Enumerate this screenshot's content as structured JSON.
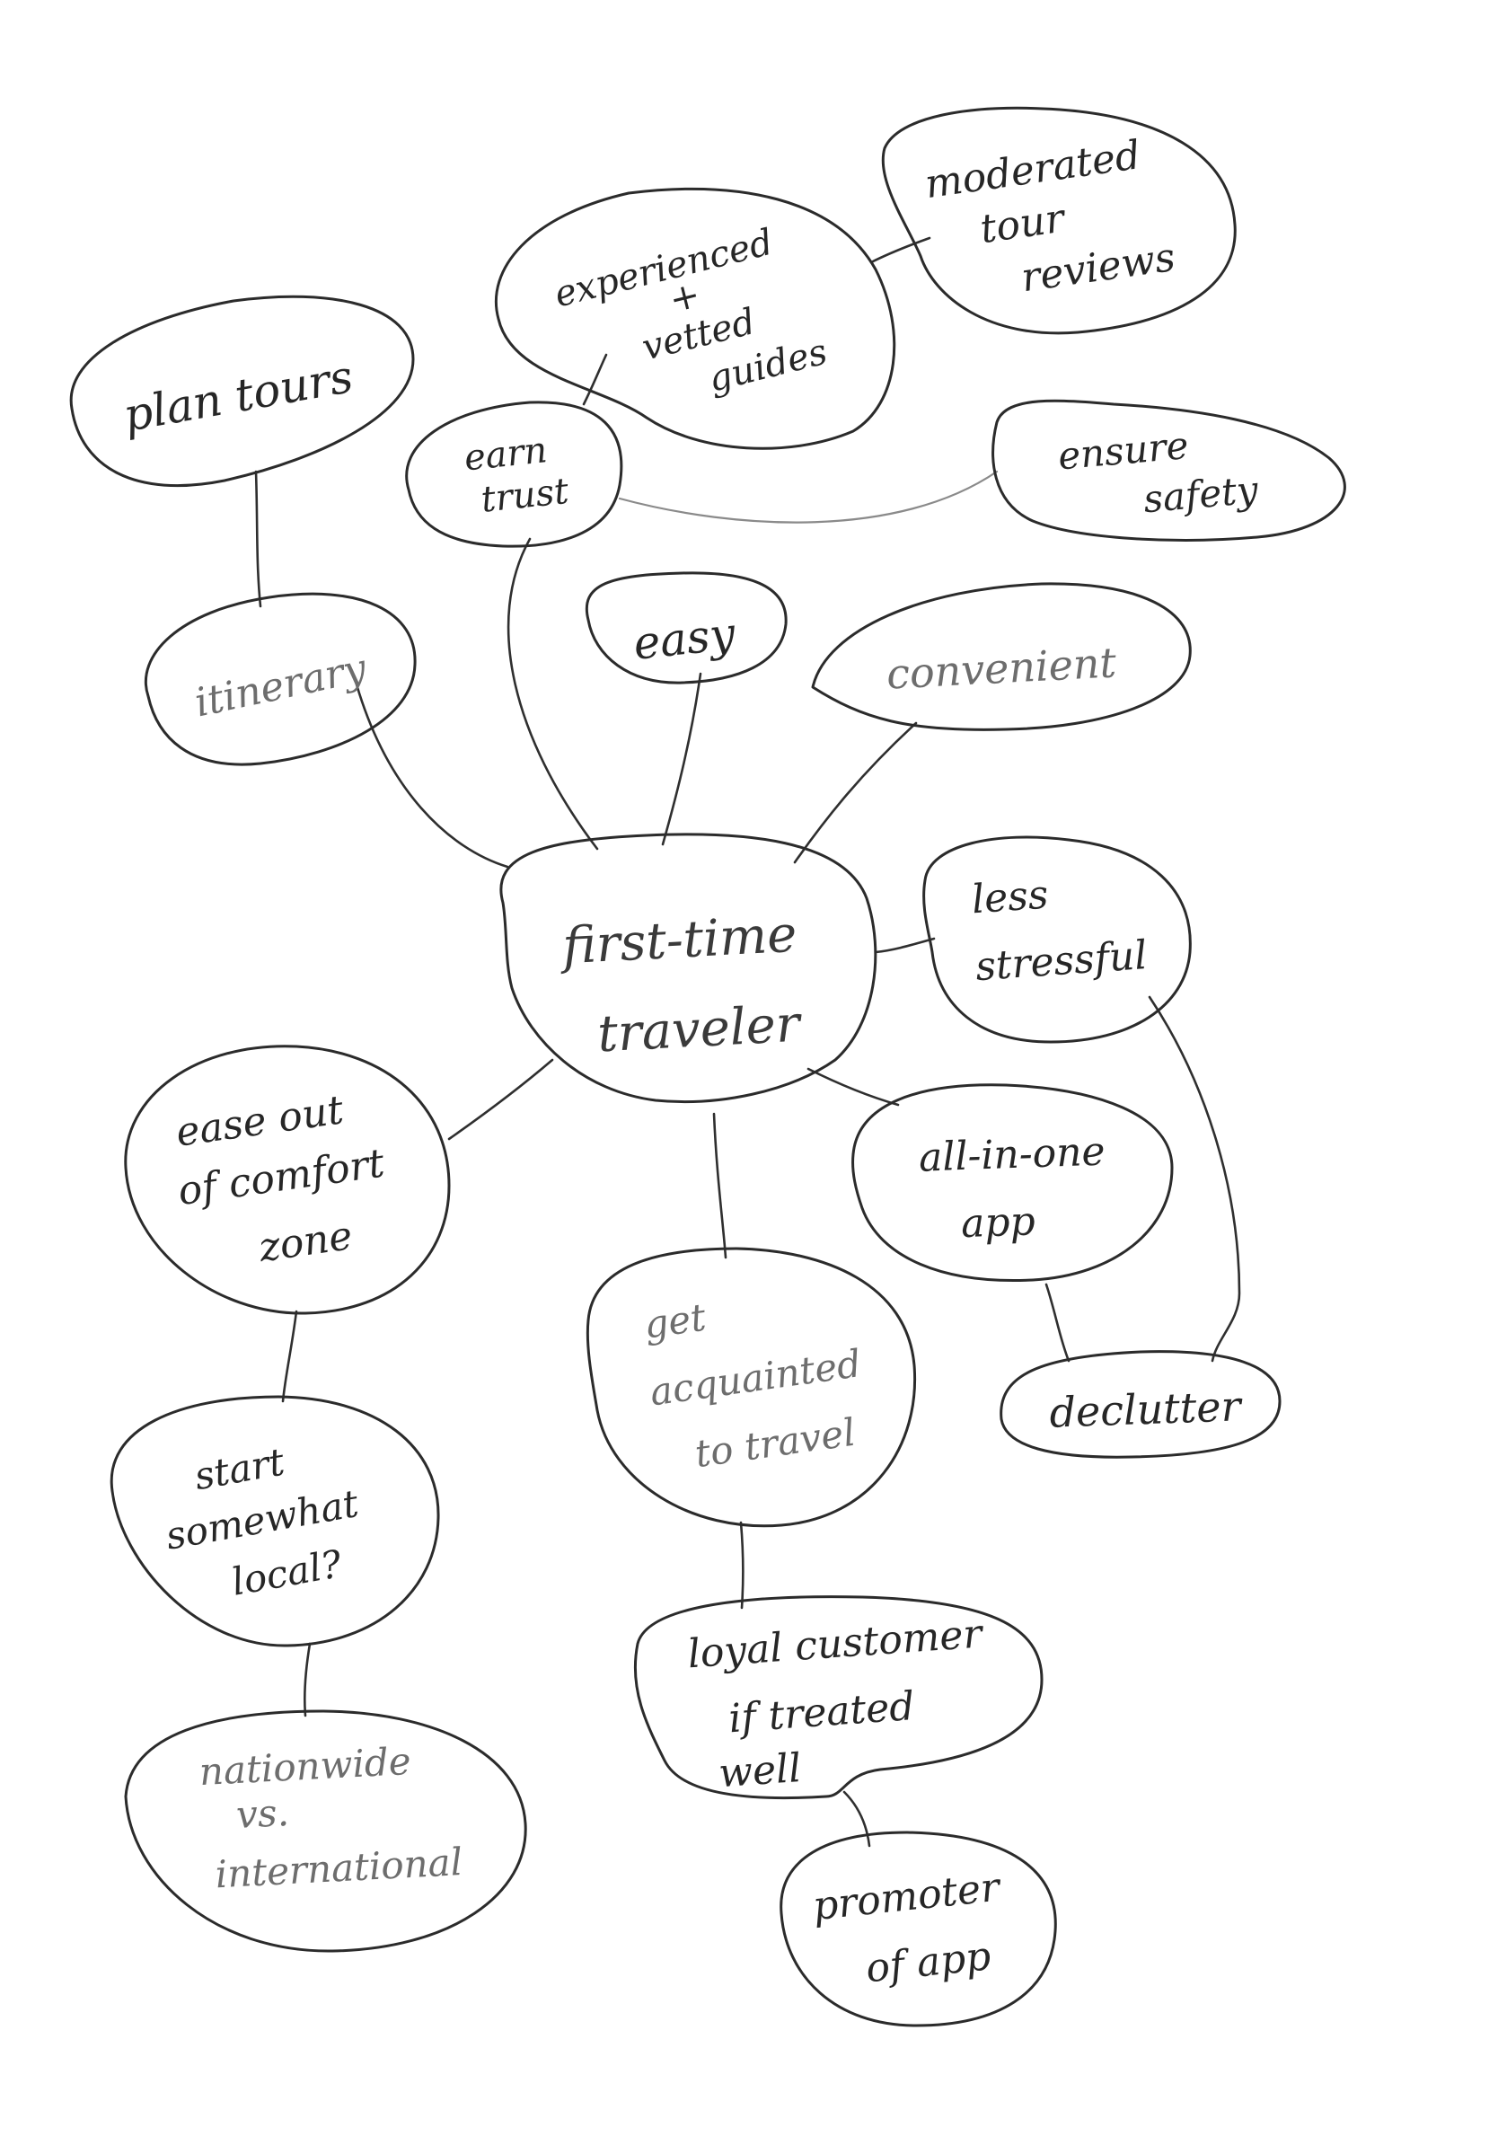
{
  "nodes": {
    "center": {
      "lines": [
        "first-time",
        "traveler"
      ]
    },
    "itinerary": {
      "lines": [
        "itinerary"
      ]
    },
    "plan_tours": {
      "lines": [
        "plan tours"
      ]
    },
    "earn_trust": {
      "lines": [
        "earn",
        "trust"
      ]
    },
    "experienced_guides": {
      "lines": [
        "experienced",
        "+",
        "vetted",
        "guides"
      ]
    },
    "moderated_reviews": {
      "lines": [
        "moderated",
        "tour",
        "reviews"
      ]
    },
    "ensure_safety": {
      "lines": [
        "ensure",
        "safety"
      ]
    },
    "easy": {
      "lines": [
        "easy"
      ]
    },
    "convenient": {
      "lines": [
        "convenient"
      ]
    },
    "less_stressful": {
      "lines": [
        "less",
        "stressful"
      ]
    },
    "all_in_one": {
      "lines": [
        "all-in-one",
        "app"
      ]
    },
    "declutter": {
      "lines": [
        "declutter"
      ]
    },
    "ease_out": {
      "lines": [
        "ease out",
        "of comfort",
        "zone"
      ]
    },
    "start_local": {
      "lines": [
        "start",
        "somewhat",
        "local?"
      ]
    },
    "nationwide": {
      "lines": [
        "nationwide",
        "vs.",
        "international"
      ]
    },
    "get_acquainted": {
      "lines": [
        "get",
        "acquainted",
        "to travel"
      ]
    },
    "loyal_customer": {
      "lines": [
        "loyal customer",
        "if treated",
        "well"
      ]
    },
    "promoter": {
      "lines": [
        "promoter",
        "of app"
      ]
    }
  }
}
